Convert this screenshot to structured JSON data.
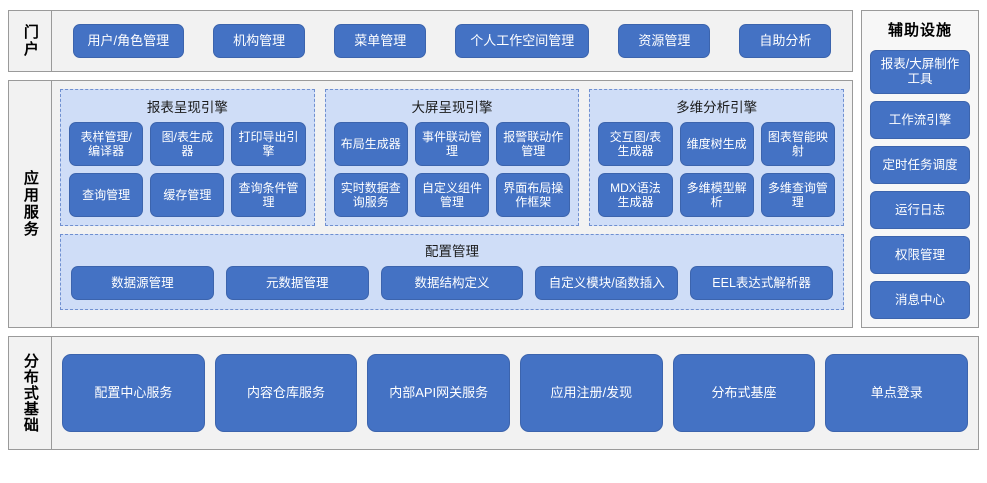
{
  "portal": {
    "label": "门户",
    "items": [
      {
        "label": "用户/角色管理"
      },
      {
        "label": "机构管理"
      },
      {
        "label": "菜单管理"
      },
      {
        "label": "个人工作空间管理"
      },
      {
        "label": "资源管理"
      },
      {
        "label": "自助分析"
      }
    ]
  },
  "aux": {
    "title": "辅助设施",
    "items": [
      {
        "label": "报表/大屏制作工具"
      },
      {
        "label": "工作流引擎"
      },
      {
        "label": "定时任务调度"
      },
      {
        "label": "运行日志"
      },
      {
        "label": "权限管理"
      },
      {
        "label": "消息中心"
      }
    ]
  },
  "app_services": {
    "label": "应用服务",
    "engines": [
      {
        "title": "报表呈现引擎",
        "items": [
          {
            "label": "表样管理/编译器"
          },
          {
            "label": "图/表生成器"
          },
          {
            "label": "打印导出引擎"
          },
          {
            "label": "查询管理"
          },
          {
            "label": "缓存管理"
          },
          {
            "label": "查询条件管理"
          }
        ]
      },
      {
        "title": "大屏呈现引擎",
        "items": [
          {
            "label": "布局生成器"
          },
          {
            "label": "事件联动管理"
          },
          {
            "label": "报警联动作管理"
          },
          {
            "label": "实时数据查询服务"
          },
          {
            "label": "自定义组件管理"
          },
          {
            "label": "界面布局操作框架"
          }
        ]
      },
      {
        "title": "多维分析引擎",
        "items": [
          {
            "label": "交互图/表生成器"
          },
          {
            "label": "维度树生成"
          },
          {
            "label": "图表智能映射"
          },
          {
            "label": "MDX语法生成器"
          },
          {
            "label": "多维模型解析"
          },
          {
            "label": "多维查询管理"
          }
        ]
      }
    ],
    "config": {
      "title": "配置管理",
      "items": [
        {
          "label": "数据源管理"
        },
        {
          "label": "元数据管理"
        },
        {
          "label": "数据结构定义"
        },
        {
          "label": "自定义模块/函数插入"
        },
        {
          "label": "EEL表达式解析器"
        }
      ]
    }
  },
  "distributed": {
    "label": "分布式基础",
    "items": [
      {
        "label": "配置中心服务"
      },
      {
        "label": "内容仓库服务"
      },
      {
        "label": "内部API网关服务"
      },
      {
        "label": "应用注册/发现"
      },
      {
        "label": "分布式基座"
      },
      {
        "label": "单点登录"
      }
    ]
  },
  "colors": {
    "button": "#4472C4",
    "panel": "#CFDDF7",
    "band": "#F2F2F2",
    "border": "#9A9A9A"
  }
}
